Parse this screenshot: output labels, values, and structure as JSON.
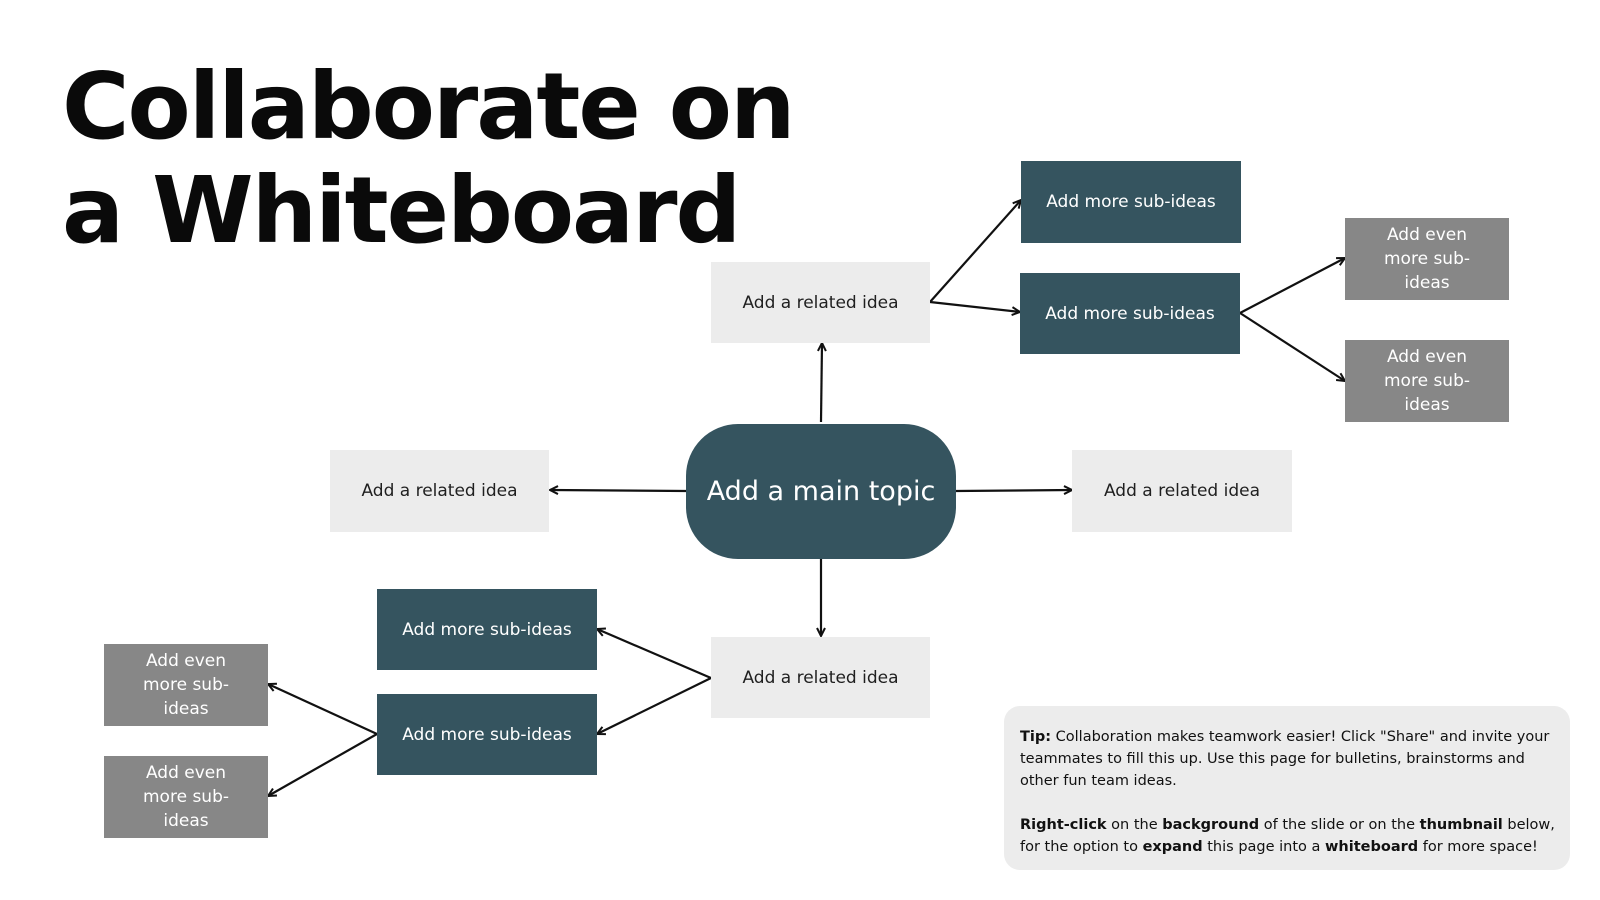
{
  "title": {
    "line1": "Collaborate on",
    "line2": "a Whiteboard"
  },
  "main_topic": "Add a main topic",
  "related_ideas": {
    "top": "Add a related idea",
    "left": "Add a related idea",
    "right": "Add a related idea",
    "bottom": "Add a related idea"
  },
  "sub_ideas": {
    "top_1": "Add more sub-ideas",
    "top_2": "Add more sub-ideas",
    "bottom_1": "Add more sub-ideas",
    "bottom_2": "Add more sub-ideas"
  },
  "even_more": {
    "top_1": "Add even more sub-ideas",
    "top_2": "Add even more sub-ideas",
    "bottom_1": "Add even more sub-ideas",
    "bottom_2": "Add even more sub-ideas"
  },
  "tip": {
    "p1_label": "Tip:",
    "p1_text": " Collaboration makes teamwork easier! Click \"Share\" and invite your teammates to fill this up. Use this page for bulletins, brainstorms and other fun team ideas.",
    "p2_b1": "Right-click",
    "p2_t1": " on the ",
    "p2_b2": "background",
    "p2_t2": " of the slide or on the ",
    "p2_b3": "thumbnail",
    "p2_t3": " below, for the option to ",
    "p2_b4": "expand",
    "p2_t4": " this page into a ",
    "p2_b5": "whiteboard",
    "p2_t5": " for more space!"
  },
  "colors": {
    "sub_node": "#35545f",
    "related_node": "#ececec",
    "even_more_node": "#878787",
    "arrow": "#111111"
  }
}
